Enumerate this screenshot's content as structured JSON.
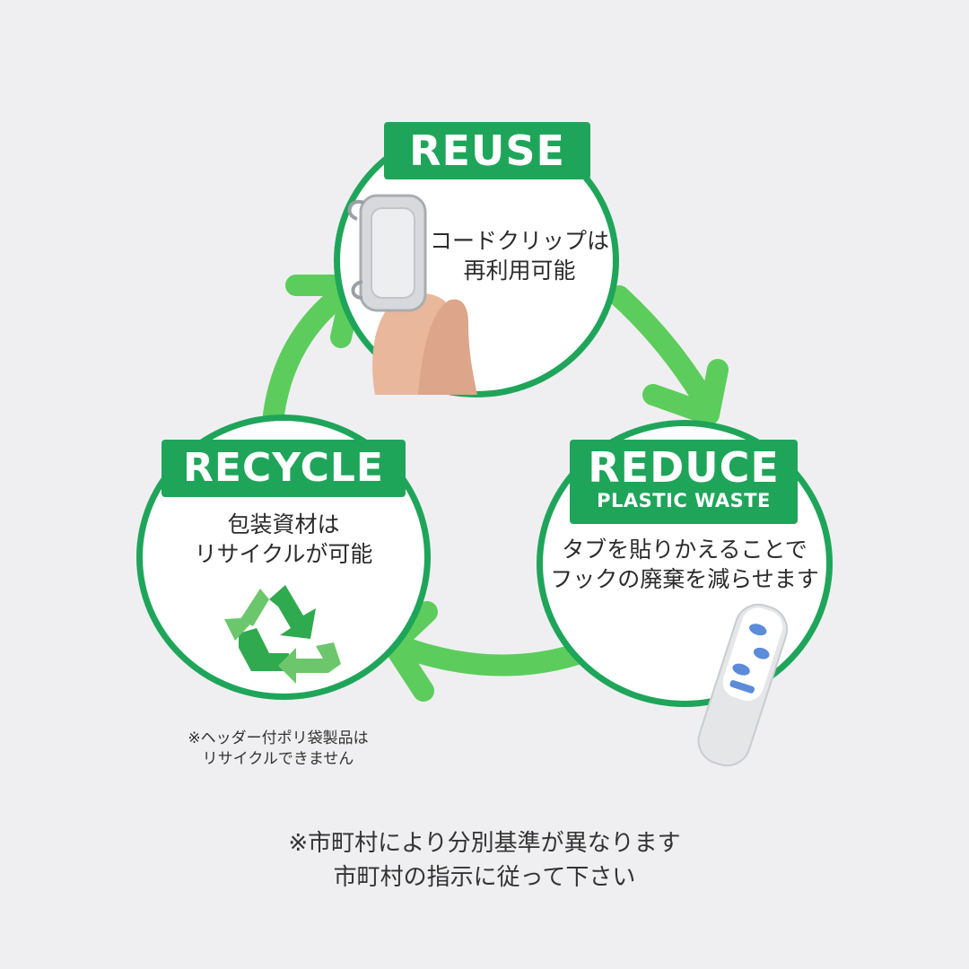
{
  "reuse": {
    "badge": "REUSE",
    "line1": "コードクリップは",
    "line2": "再利用可能",
    "icon": "cord-clip-hand-image"
  },
  "reduce": {
    "badge": "REDUCE",
    "badge_sub": "PLASTIC WASTE",
    "line1": "タブを貼りかえることで",
    "line2": "フックの廃棄を減らせます",
    "icon": "adhesive-tab-image"
  },
  "recycle": {
    "badge": "RECYCLE",
    "line1": "包装資材は",
    "line2": "リサイクルが可能",
    "icon": "recycle-icon",
    "note_line1": "※ヘッダー付ポリ袋製品は",
    "note_line2": "リサイクルできません"
  },
  "footer": {
    "line1": "※市町村により分別基準が異なります",
    "line2": "市町村の指示に従って下さい"
  },
  "colors": {
    "background": "#efeff1",
    "accent_green": "#1fa55a",
    "arrow_green": "#5ccd5c",
    "text": "#2b2b2b"
  }
}
